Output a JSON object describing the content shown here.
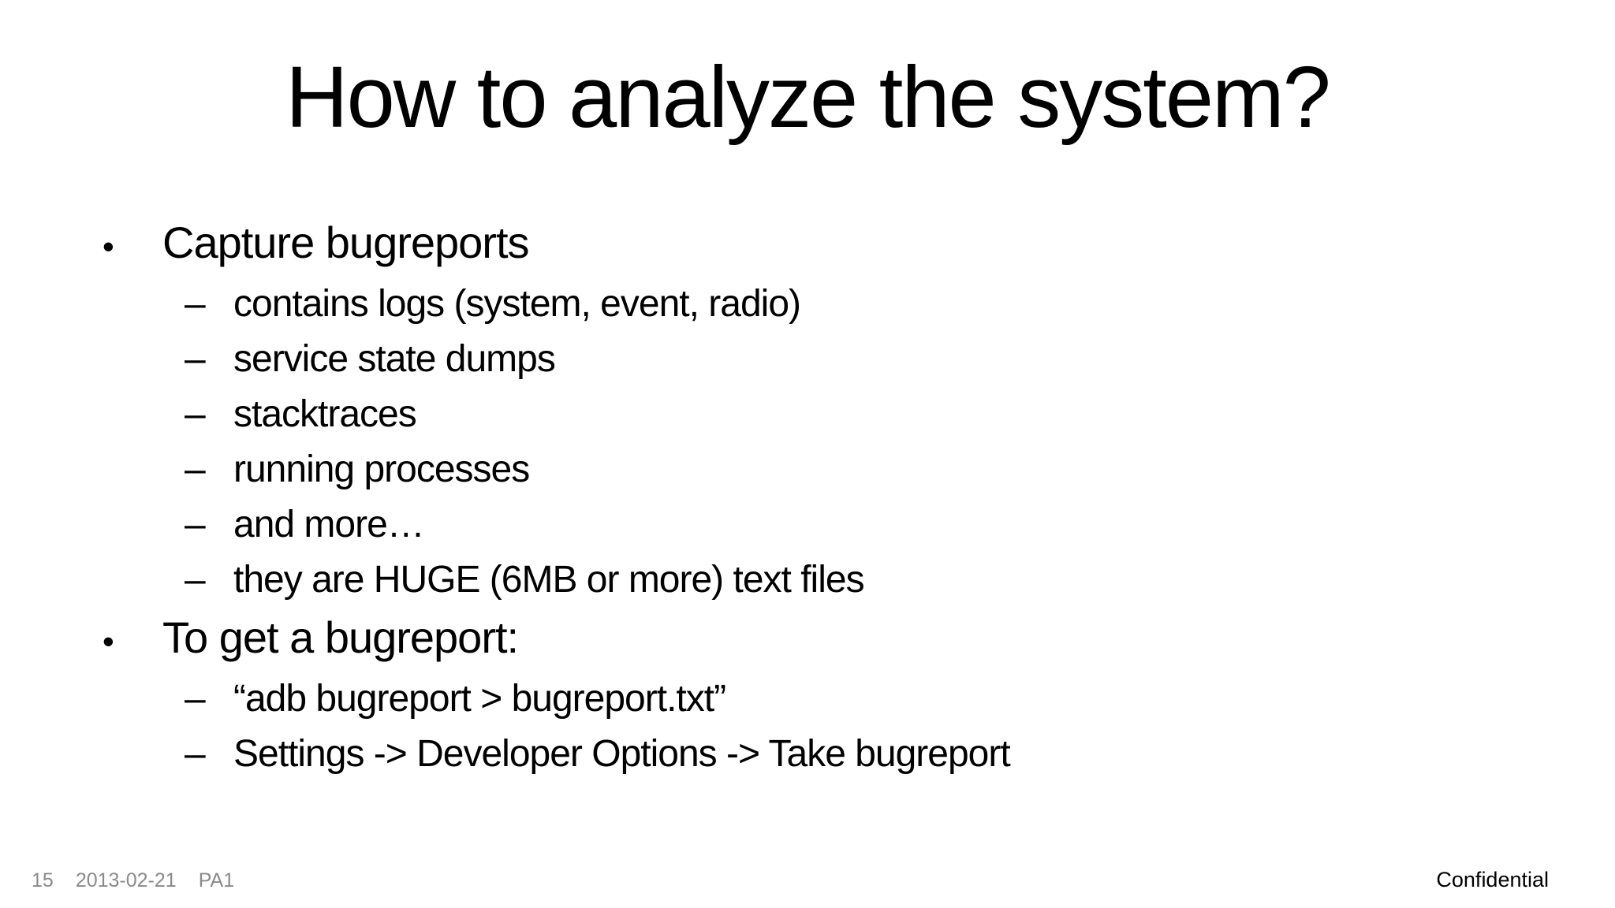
{
  "slide": {
    "title": "How to analyze the system?",
    "bullets": [
      {
        "level": 1,
        "marker": "•",
        "text": "Capture bugreports"
      },
      {
        "level": 2,
        "marker": "–",
        "text": "contains logs (system, event, radio)"
      },
      {
        "level": 2,
        "marker": "–",
        "text": "service state dumps"
      },
      {
        "level": 2,
        "marker": "–",
        "text": "stacktraces"
      },
      {
        "level": 2,
        "marker": "–",
        "text": "running processes"
      },
      {
        "level": 2,
        "marker": "–",
        "text": "and more…"
      },
      {
        "level": 2,
        "marker": "–",
        "text": "they are HUGE (6MB or more) text files"
      },
      {
        "level": 1,
        "marker": "•",
        "text": "To get a bugreport:"
      },
      {
        "level": 2,
        "marker": "–",
        "text": "“adb bugreport > bugreport.txt”"
      },
      {
        "level": 2,
        "marker": "–",
        "text": "Settings -> Developer Options -> Take bugreport"
      }
    ],
    "footer": {
      "slide_number": "15",
      "date": "2013-02-21",
      "version": "PA1",
      "classification": "Confidential"
    },
    "colors": {
      "background": "#ffffff",
      "text": "#000000",
      "footer_muted": "#8a8a8a"
    }
  }
}
